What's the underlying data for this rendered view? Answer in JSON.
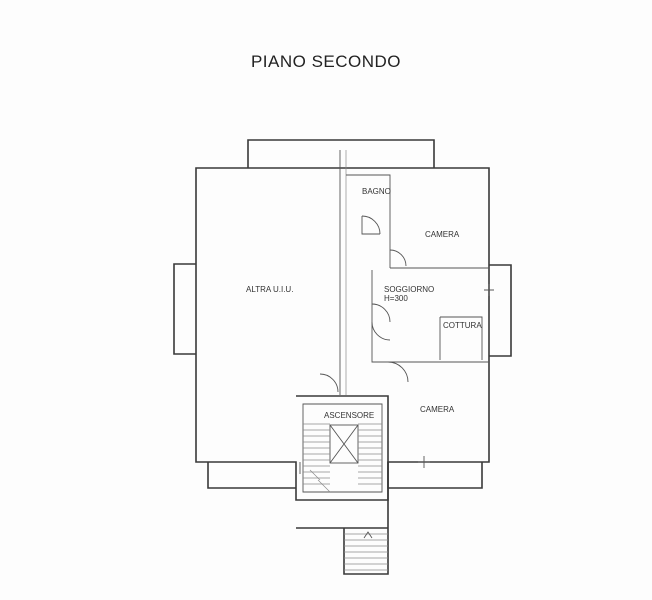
{
  "title": "PIANO SECONDO",
  "rooms": {
    "altra_ulu": "ALTRA U.I.U.",
    "bagno": "BAGNO",
    "camera_top": "CAMERA",
    "soggiorno": "SOGGIORNO",
    "soggiorno_height": "H=300",
    "cottura": "COTTURA",
    "ascensore": "ASCENSORE",
    "camera_bottom": "CAMERA"
  }
}
